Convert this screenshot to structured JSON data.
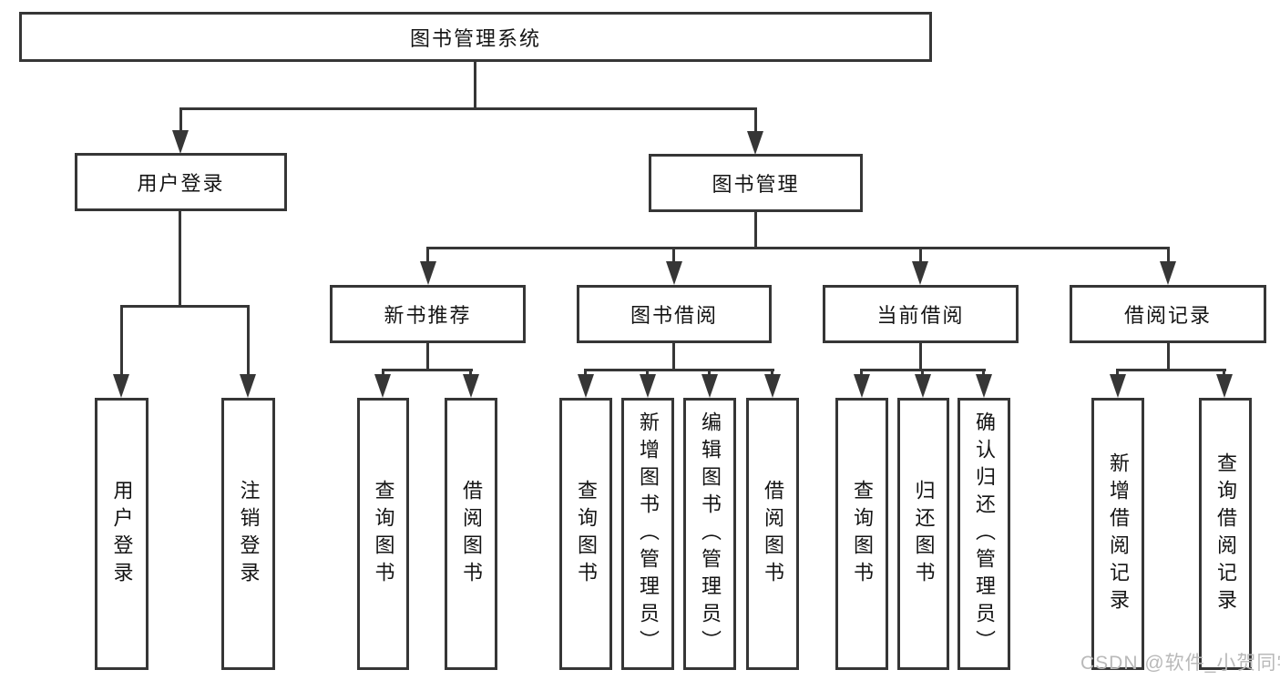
{
  "colors": {
    "line": "#363636",
    "text": "#141414",
    "watermark_text_color": "#b9b9b9",
    "background": "#ffffff"
  },
  "tree": {
    "root": {
      "label": "图书管理系统"
    },
    "children": [
      {
        "label": "用户登录",
        "children": [
          {
            "label": "用户登录"
          },
          {
            "label": "注销登录"
          }
        ]
      },
      {
        "label": "图书管理",
        "children": [
          {
            "label": "新书推荐",
            "children": [
              {
                "label": "查询图书"
              },
              {
                "label": "借阅图书"
              }
            ]
          },
          {
            "label": "图书借阅",
            "children": [
              {
                "label": "查询图书"
              },
              {
                "label": "新增图书（管理员）"
              },
              {
                "label": "编辑图书（管理员）"
              },
              {
                "label": "借阅图书"
              }
            ]
          },
          {
            "label": "当前借阅",
            "children": [
              {
                "label": "查询图书"
              },
              {
                "label": "归还图书"
              },
              {
                "label": "确认归还（管理员）"
              }
            ]
          },
          {
            "label": "借阅记录",
            "children": [
              {
                "label": "新增借阅记录"
              },
              {
                "label": "查询借阅记录"
              }
            ]
          }
        ]
      }
    ]
  },
  "watermark": {
    "text": "CSDN @软件_小贺同学"
  }
}
